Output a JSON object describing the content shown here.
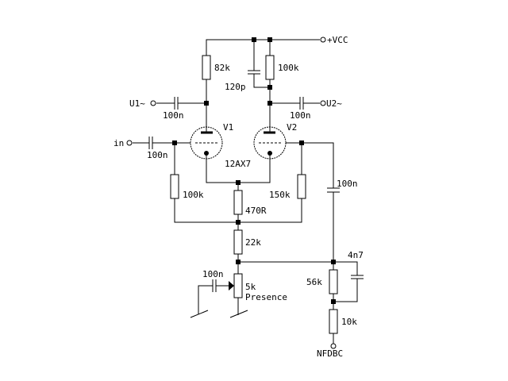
{
  "terminals": {
    "vcc": "+VCC",
    "u1": "U1~",
    "u2": "U2~",
    "in": "in",
    "nfdbc": "NFDBC"
  },
  "tubes": {
    "v1": "V1",
    "v2": "V2",
    "type": "12AX7"
  },
  "components": {
    "r_82k": "82k",
    "r_100k_plate": "100k",
    "c_120p": "120p",
    "c_u1": "100n",
    "c_u2": "100n",
    "c_in": "100n",
    "r_100k_grid": "100k",
    "r_150k": "150k",
    "r_470r": "470R",
    "r_22k": "22k",
    "c_fb": "100n",
    "c_4n7": "4n7",
    "r_56k": "56k",
    "r_10k": "10k",
    "c_presence": "100n",
    "pot_value": "5k",
    "pot_name": "Presence"
  }
}
